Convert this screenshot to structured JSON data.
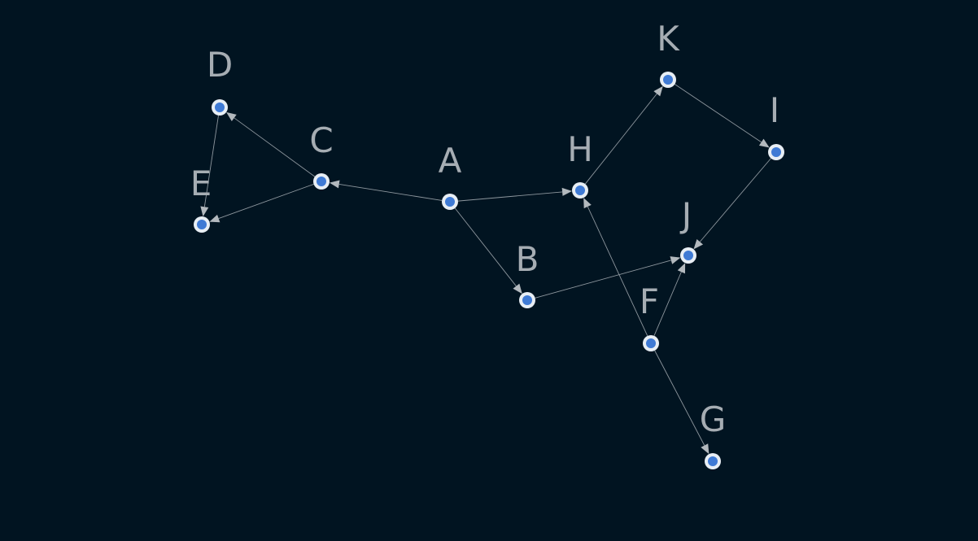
{
  "graph": {
    "nodes": [
      {
        "id": "A",
        "label": "A"
      },
      {
        "id": "B",
        "label": "B"
      },
      {
        "id": "C",
        "label": "C"
      },
      {
        "id": "D",
        "label": "D"
      },
      {
        "id": "E",
        "label": "E"
      },
      {
        "id": "F",
        "label": "F"
      },
      {
        "id": "G",
        "label": "G"
      },
      {
        "id": "H",
        "label": "H"
      },
      {
        "id": "I",
        "label": "I"
      },
      {
        "id": "J",
        "label": "J"
      },
      {
        "id": "K",
        "label": "K"
      }
    ],
    "edges": [
      {
        "from": "A",
        "to": "C"
      },
      {
        "from": "A",
        "to": "H"
      },
      {
        "from": "A",
        "to": "B"
      },
      {
        "from": "C",
        "to": "D"
      },
      {
        "from": "C",
        "to": "E"
      },
      {
        "from": "D",
        "to": "E"
      },
      {
        "from": "B",
        "to": "J"
      },
      {
        "from": "H",
        "to": "K"
      },
      {
        "from": "K",
        "to": "I"
      },
      {
        "from": "I",
        "to": "J"
      },
      {
        "from": "F",
        "to": "H"
      },
      {
        "from": "F",
        "to": "J"
      },
      {
        "from": "F",
        "to": "G"
      }
    ],
    "colors": {
      "background": "#011421",
      "node_fill": "#3f7ad4",
      "node_ring": "#e8eef4",
      "edge": "#8e979e",
      "label": "#a6adb3"
    }
  }
}
